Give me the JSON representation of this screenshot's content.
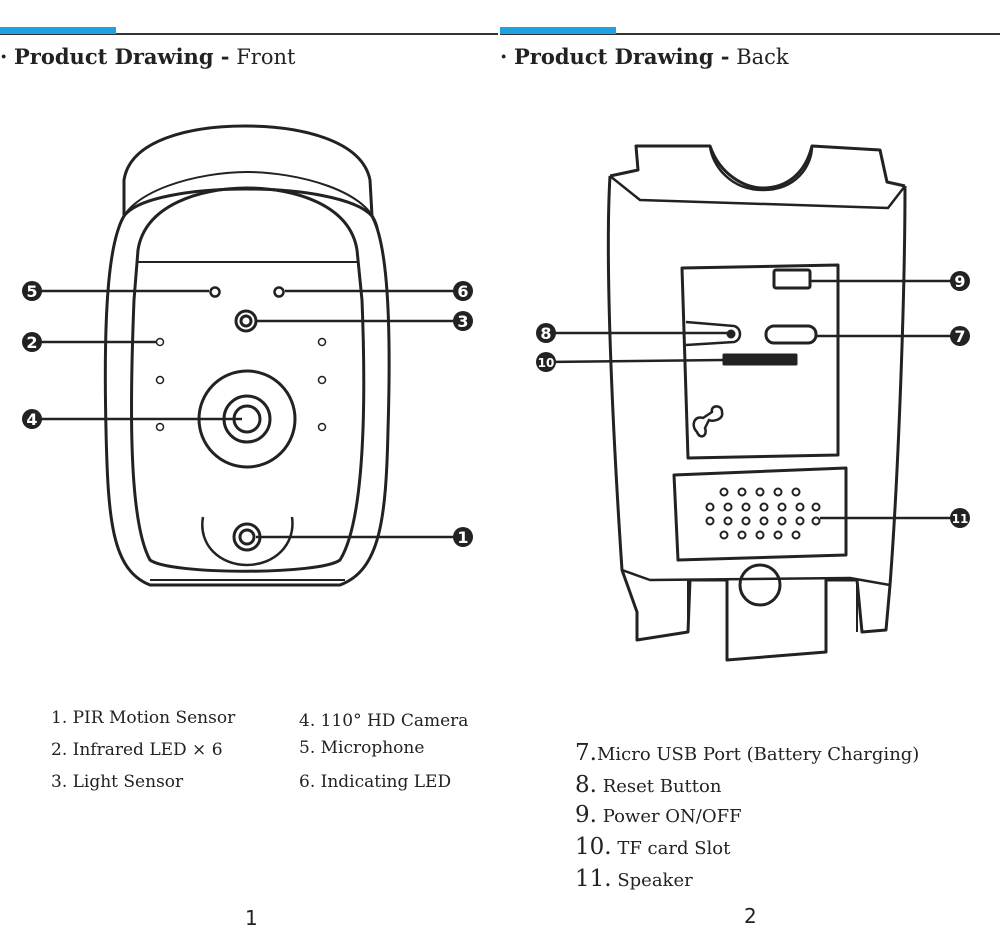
{
  "front": {
    "heading_bullet": "·",
    "heading_bold": "Product Drawing -",
    "heading_light": "Front",
    "callouts": [
      "5",
      "6",
      "2",
      "3",
      "4",
      "1"
    ],
    "legend": [
      "1. PIR Motion Sensor",
      "2. Infrared LED × 6",
      "3. Light Sensor",
      "4. 110°  HD Camera",
      "5. Microphone",
      "6. Indicating LED"
    ],
    "page_number": "1"
  },
  "back": {
    "heading_bullet": "·",
    "heading_bold": "Product Drawing -",
    "heading_light": "Back",
    "callouts": [
      "9",
      "8",
      "7",
      "10",
      "11"
    ],
    "legend": [
      {
        "num": "7.",
        "text": "Micro USB Port (Battery Charging)"
      },
      {
        "num": "8.",
        "text": "Reset Button"
      },
      {
        "num": "9.",
        "text": "Power ON/OFF"
      },
      {
        "num": "10.",
        "text": "TF card Slot"
      },
      {
        "num": "11.",
        "text": "Speaker"
      }
    ],
    "page_number": "2"
  },
  "colors": {
    "accent": "#1ea2e0",
    "line": "#222222"
  }
}
